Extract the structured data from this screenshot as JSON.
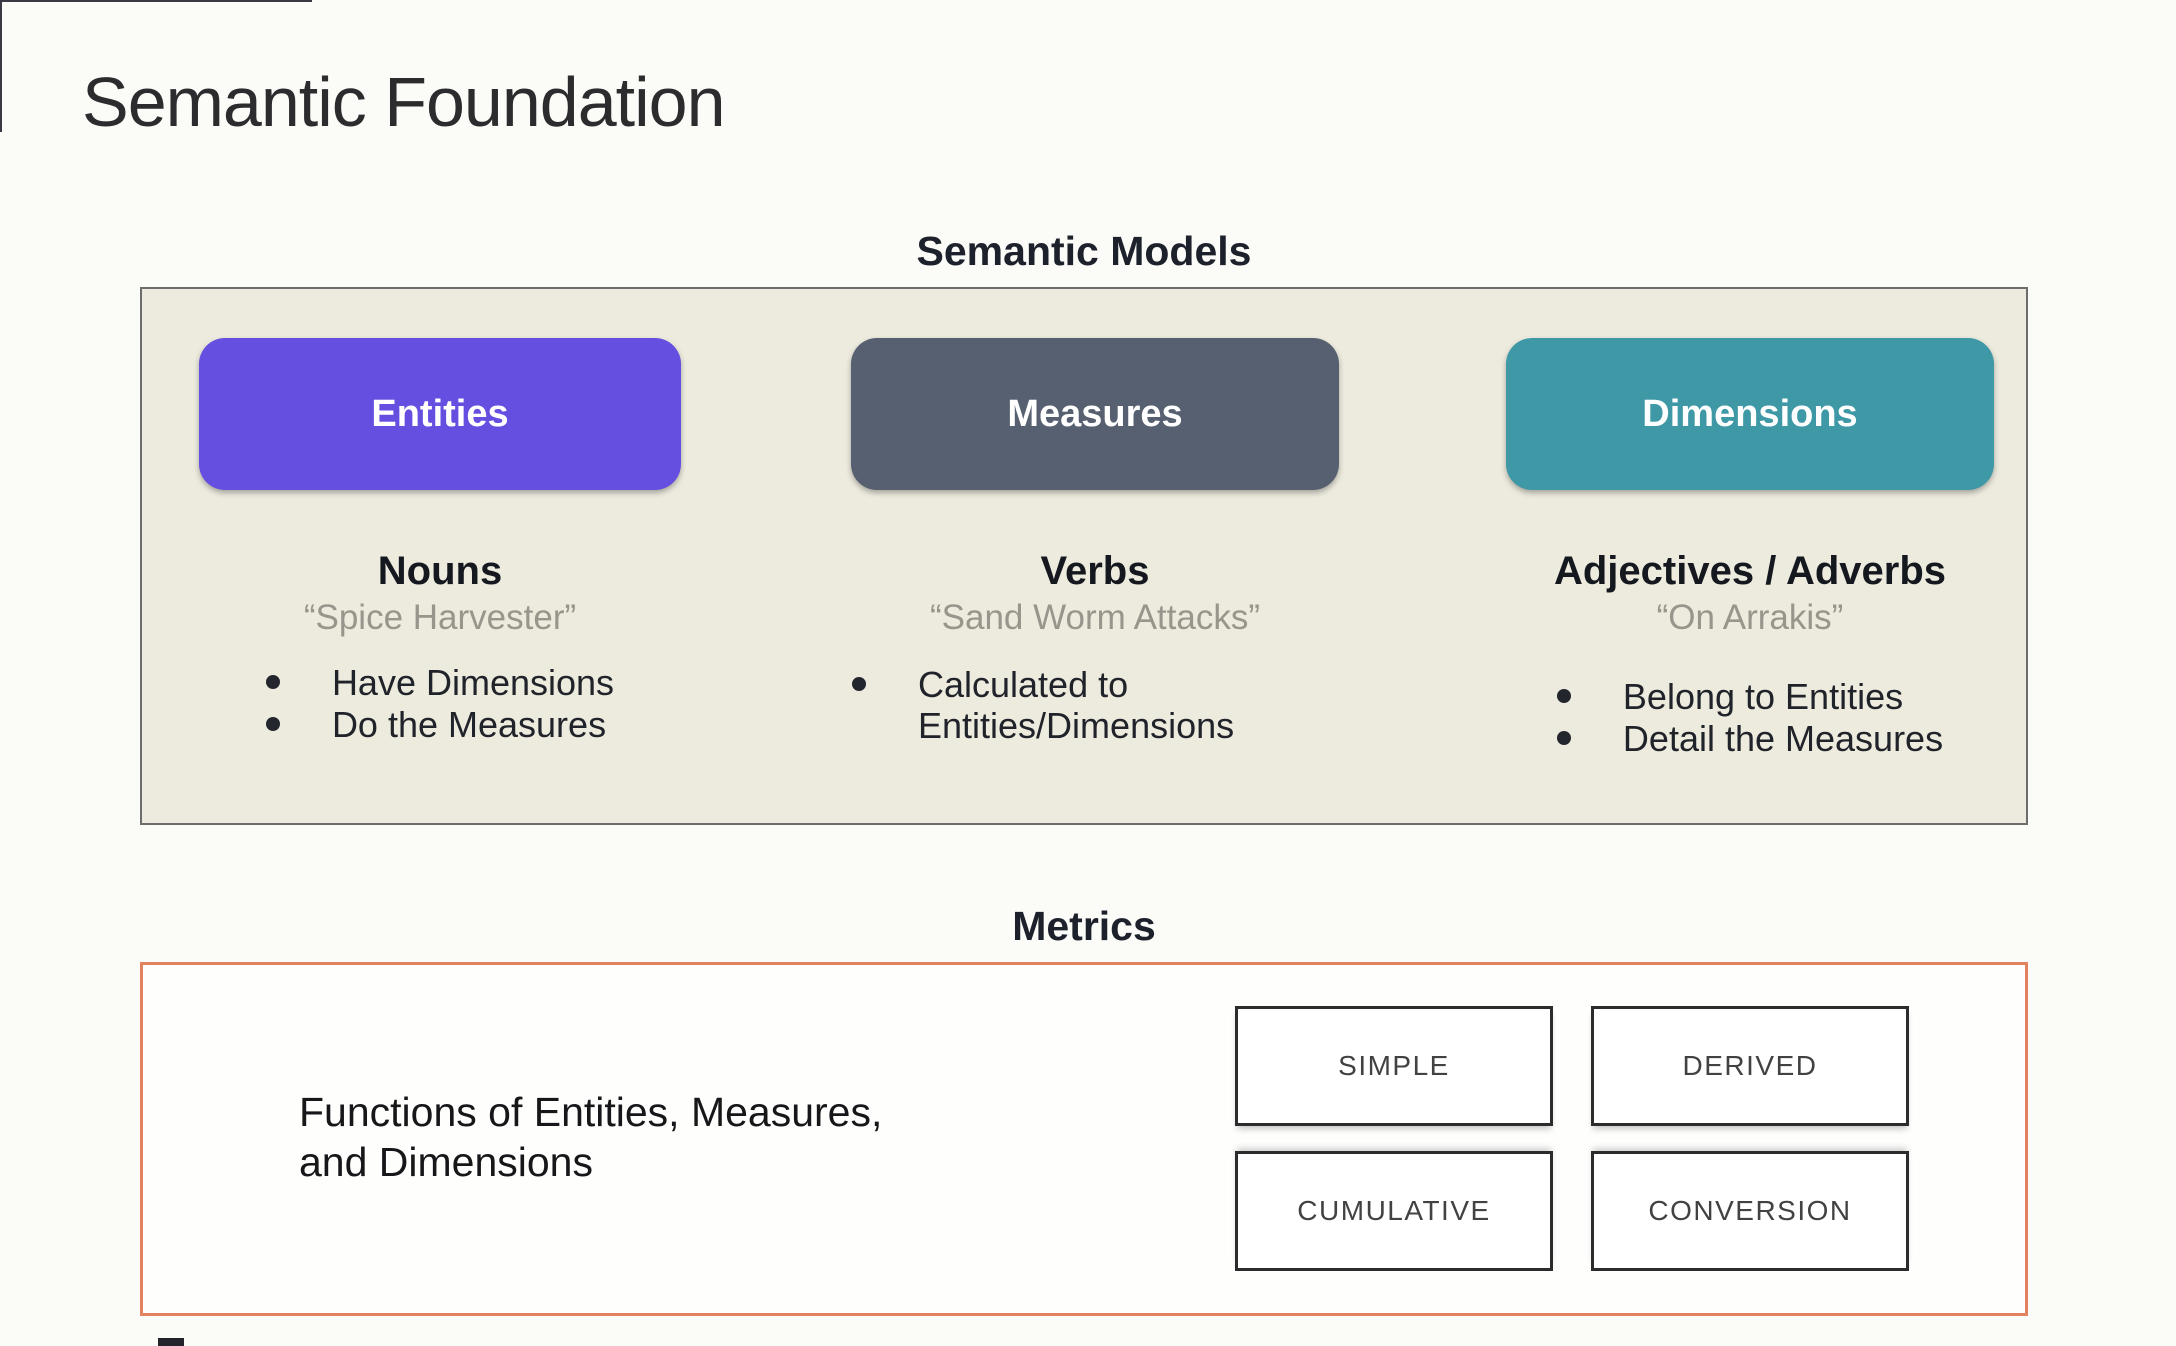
{
  "page": {
    "title": "Semantic Foundation"
  },
  "semantic_models": {
    "heading": "Semantic Models",
    "panel_bg": "#edebde",
    "columns": [
      {
        "button_label": "Entities",
        "button_color": "#654fe0",
        "part_of_speech": "Nouns",
        "example_quote": "“Spice Harvester”",
        "bullets": [
          "Have Dimensions",
          "Do the Measures"
        ]
      },
      {
        "button_label": "Measures",
        "button_color": "#566070",
        "part_of_speech": "Verbs",
        "example_quote": "“Sand Worm Attacks”",
        "bullets": [
          "Calculated to Entities/Dimensions"
        ]
      },
      {
        "button_label": "Dimensions",
        "button_color": "#3e98a6",
        "part_of_speech": "Adjectives / Adverbs",
        "example_quote": "“On Arrakis”",
        "bullets": [
          "Belong to Entities",
          "Detail the Measures"
        ]
      }
    ]
  },
  "metrics": {
    "heading": "Metrics",
    "border_color": "#e2825f",
    "description": [
      "Functions of Entities, Measures,",
      "and Dimensions"
    ],
    "metric_types": [
      "SIMPLE",
      "DERIVED",
      "CUMULATIVE",
      "CONVERSION"
    ]
  }
}
